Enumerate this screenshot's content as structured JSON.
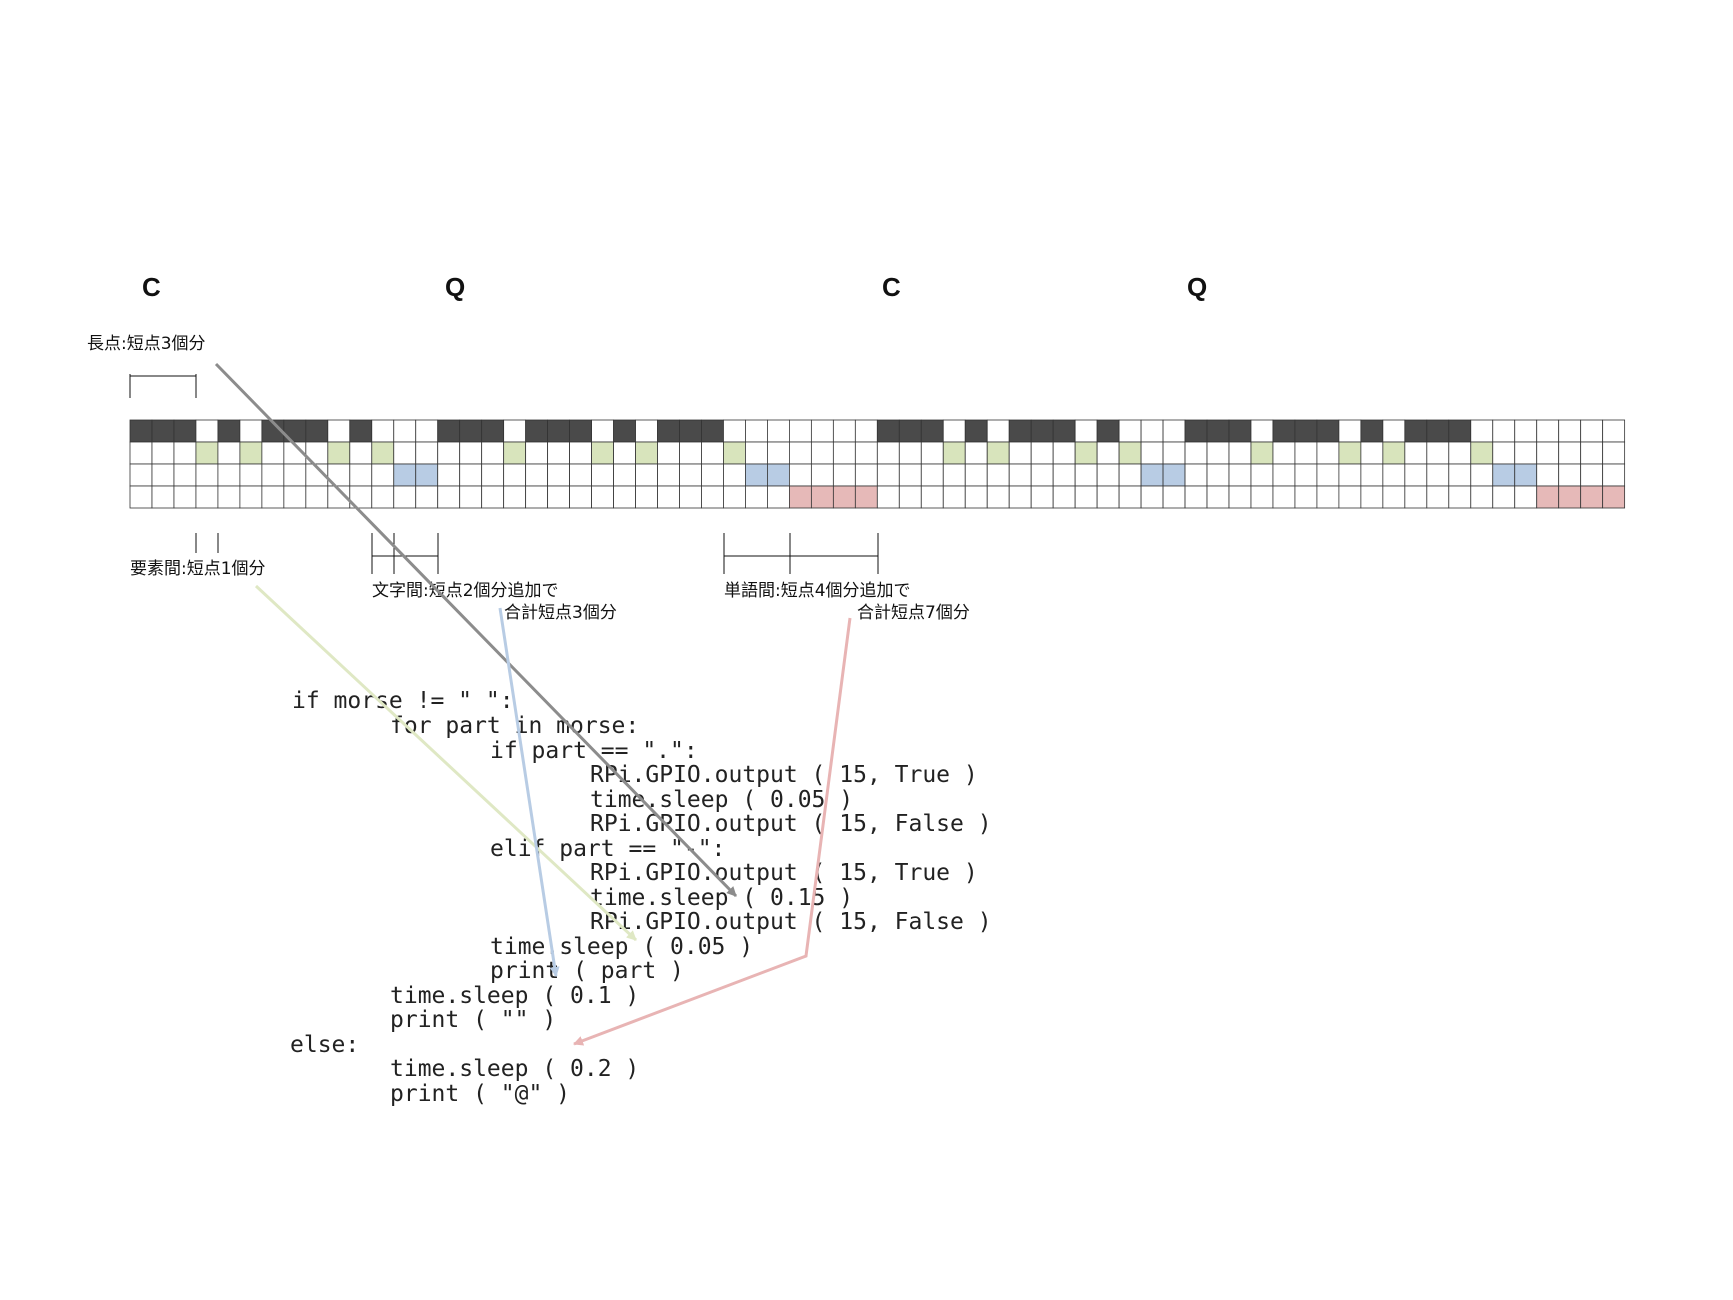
{
  "letters": [
    "C",
    "Q",
    "C",
    "Q"
  ],
  "annotations": {
    "long_dot": "長点:短点3個分",
    "element_gap": "要素間:短点1個分",
    "char_gap_line1": "文字間:短点2個分追加で",
    "char_gap_line2": "合計短点3個分",
    "word_gap_line1": "単語間:短点4個分追加で",
    "word_gap_line2": "合計短点7個分"
  },
  "grid": {
    "columns": 68,
    "rows": [
      {
        "name": "signal-row",
        "color": "#4a4a4a",
        "filled": [
          0,
          1,
          2,
          4,
          6,
          7,
          8,
          10,
          14,
          15,
          16,
          18,
          19,
          20,
          22,
          24,
          25,
          26,
          34,
          35,
          36,
          38,
          40,
          41,
          42,
          44,
          48,
          49,
          50,
          52,
          53,
          54,
          56,
          58,
          59,
          60
        ]
      },
      {
        "name": "element-gap-row",
        "color": "#d8e4bc",
        "filled": [
          3,
          5,
          9,
          11,
          17,
          21,
          23,
          27,
          37,
          39,
          43,
          45,
          51,
          55,
          57,
          61
        ]
      },
      {
        "name": "char-gap-row",
        "color": "#b8cce4",
        "filled": [
          12,
          13,
          28,
          29,
          46,
          47,
          62,
          63
        ]
      },
      {
        "name": "word-gap-row",
        "color": "#e6b9b8",
        "filled": [
          30,
          31,
          32,
          33,
          64,
          65,
          66,
          67
        ]
      }
    ]
  },
  "code_lines": [
    "if morse != \" \":",
    "for part in morse:",
    "if part == \".\":",
    "RPi.GPIO.output ( 15, True )",
    "time.sleep ( 0.05 )",
    "RPi.GPIO.output ( 15, False )",
    "elif part == \"-\":",
    "RPi.GPIO.output ( 15, True )",
    "time.sleep ( 0.15 )",
    "RPi.GPIO.output ( 15, False )",
    "time.sleep ( 0.05 )",
    "print ( part )",
    "time.sleep ( 0.1 )",
    "print ( \"\" )",
    "else:",
    "time.sleep ( 0.2 )",
    "print ( \"@\" )"
  ],
  "arrow_colors": {
    "long_dot": "#8c8c8c",
    "element_gap": "#dfe8c4",
    "char_gap": "#b8cce4",
    "word_gap": "#e8b4b4"
  }
}
